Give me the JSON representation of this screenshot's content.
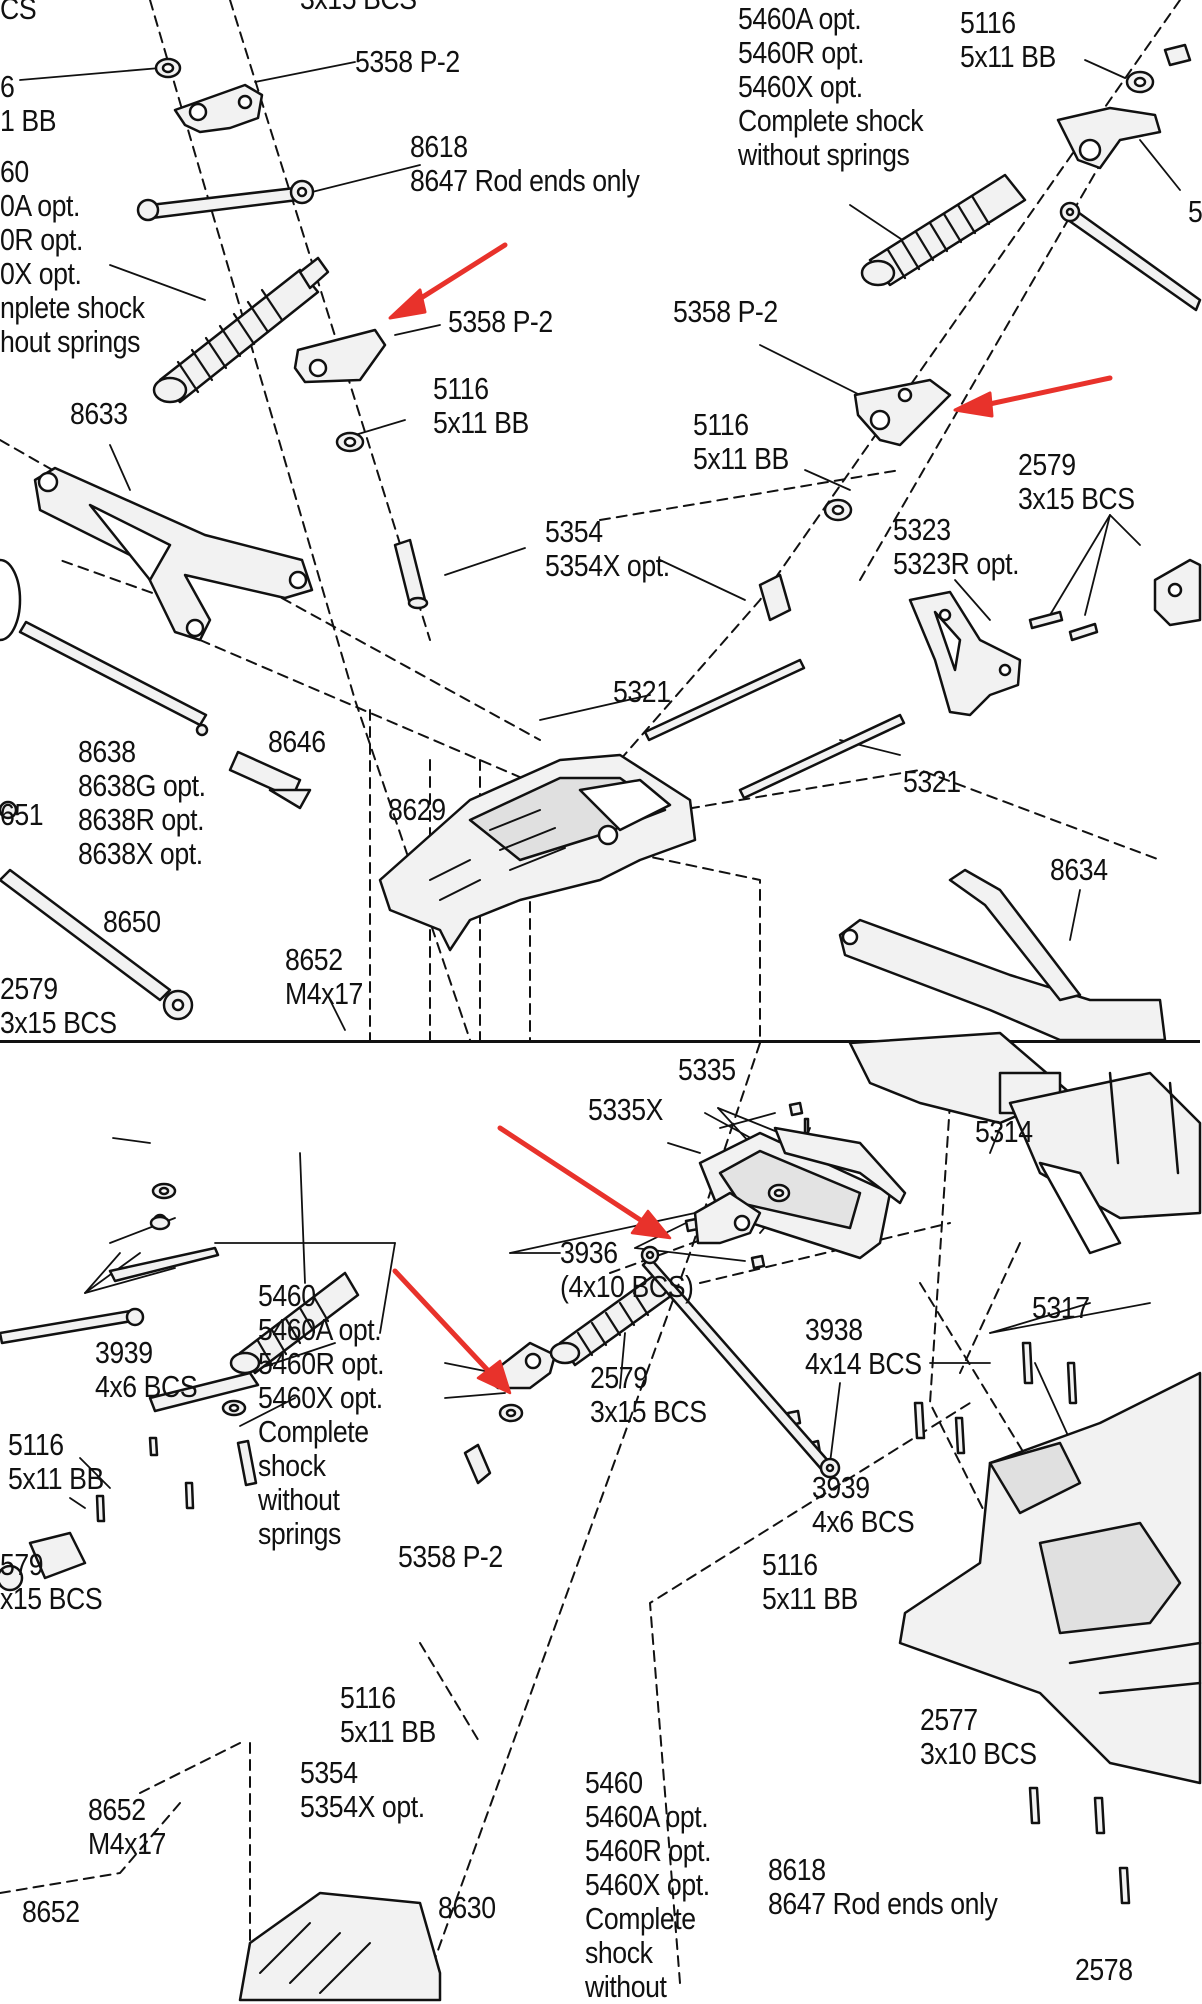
{
  "colors": {
    "ink": "#111111",
    "fill": "#f2f2f2",
    "shade": "#cfcfcf",
    "arrow": "#e8322b"
  },
  "top_panel": {
    "labels": {
      "cs": [
        "CS"
      ],
      "bcs_top": [
        "3x15 BCS"
      ],
      "bb_left": [
        "6",
        "1 BB"
      ],
      "p2_a": [
        "5358 P-2"
      ],
      "rod_a": [
        "8618",
        "8647 Rod ends only"
      ],
      "shock_a": [
        "60",
        "0A opt.",
        "0R opt.",
        "0X opt.",
        "nplete shock",
        "hout springs"
      ],
      "p2_b": [
        "5358 P-2"
      ],
      "bb_a": [
        "5116",
        "5x11 BB"
      ],
      "arm_8633": [
        "8633"
      ],
      "pin_5354": [
        "5354",
        "5354X opt."
      ],
      "shock_b": [
        "5460A opt.",
        "5460R opt.",
        "5460X opt.",
        "Complete shock",
        "without springs"
      ],
      "bb_b_top": [
        "5116",
        "5x11 BB"
      ],
      "cut_5": [
        "5"
      ],
      "p2_c": [
        "5358 P-2"
      ],
      "bb_c": [
        "5116",
        "5x11 BB"
      ],
      "bcs_2579": [
        "2579",
        "3x15 BCS"
      ],
      "hanger_5323": [
        "5323",
        "5323R opt."
      ],
      "pin_5321_a": [
        "5321"
      ],
      "pin_5321_b": [
        "5321"
      ],
      "axle_8638": [
        "8638",
        "8638G opt.",
        "8638R opt.",
        "8638X opt."
      ],
      "part_8646": [
        "8646"
      ],
      "part_651": [
        "651"
      ],
      "bulk_8629": [
        "8629"
      ],
      "arm_8634": [
        "8634"
      ],
      "shaft_8650": [
        "8650"
      ],
      "bcs_left": [
        "2579",
        "3x15 BCS"
      ],
      "screw_8652": [
        "8652",
        "M4x17"
      ]
    }
  },
  "bottom_panel": {
    "labels": {
      "bumper_5335": [
        "5335"
      ],
      "bumper_5335x": [
        "5335X"
      ],
      "mount_5314": [
        "5314"
      ],
      "screws_3936": [
        "3936",
        "(4x10 BCS)"
      ],
      "shock_5460_left": [
        "5460",
        "5460A opt.",
        "5460R opt.",
        "5460X opt.",
        "Complete",
        "shock",
        "without",
        "springs"
      ],
      "bcs_3939_left": [
        "3939",
        "4x6 BCS"
      ],
      "bb_5116_left": [
        "5116",
        "5x11 BB"
      ],
      "bcs_2579_left": [
        "579",
        "x15 BCS"
      ],
      "p2_5358": [
        "5358 P-2"
      ],
      "bcs_2579_mid": [
        "2579",
        "3x15 BCS"
      ],
      "bcs_3938": [
        "3938",
        "4x14 BCS"
      ],
      "part_5317": [
        "5317"
      ],
      "bcs_3939_mid": [
        "3939",
        "4x6 BCS"
      ],
      "bb_5116_mid": [
        "5116",
        "5x11 BB"
      ],
      "bb_5116_low": [
        "5116",
        "5x11 BB"
      ],
      "pin_5354": [
        "5354",
        "5354X opt."
      ],
      "screw_8652_a": [
        "8652",
        "M4x17"
      ],
      "part_8652_b": [
        "8652"
      ],
      "bulk_8630": [
        "8630"
      ],
      "shock_5460_right": [
        "5460",
        "5460A opt.",
        "5460R opt.",
        "5460X opt.",
        "Complete",
        "shock",
        "without"
      ],
      "rod_8618": [
        "8618",
        "8647 Rod ends only"
      ],
      "bcs_2577": [
        "2577",
        "3x10 BCS"
      ],
      "bcs_2578": [
        "2578"
      ]
    }
  }
}
